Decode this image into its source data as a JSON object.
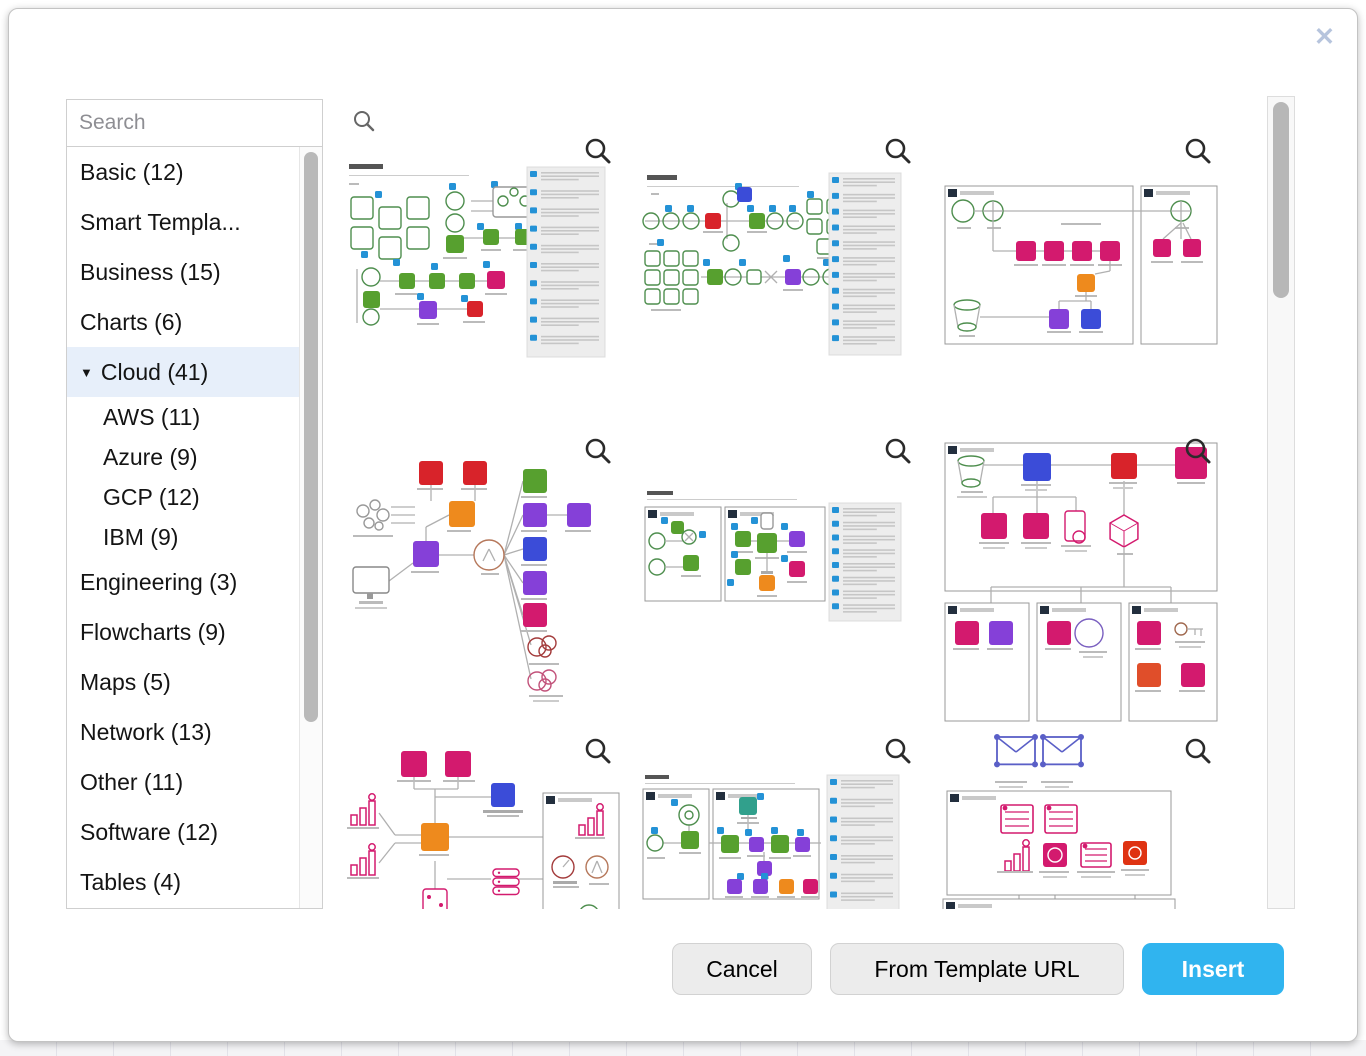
{
  "window": {
    "close_icon": "✕"
  },
  "sidebar": {
    "search_placeholder": "Search",
    "expand_arrow": "▼",
    "items": [
      {
        "label": "Basic (12)",
        "level": 0
      },
      {
        "label": "Smart Templa...",
        "level": 0
      },
      {
        "label": "Business (15)",
        "level": 0
      },
      {
        "label": "Charts (6)",
        "level": 0
      },
      {
        "label": "Cloud (41)",
        "level": 0,
        "selected": true,
        "expanded": true
      },
      {
        "label": "AWS (11)",
        "level": 1
      },
      {
        "label": "Azure (9)",
        "level": 1
      },
      {
        "label": "GCP (12)",
        "level": 1
      },
      {
        "label": "IBM (9)",
        "level": 1
      },
      {
        "label": "Engineering (3)",
        "level": 0
      },
      {
        "label": "Flowcharts (9)",
        "level": 0
      },
      {
        "label": "Maps (5)",
        "level": 0
      },
      {
        "label": "Network (13)",
        "level": 0
      },
      {
        "label": "Other (11)",
        "level": 0
      },
      {
        "label": "Software (12)",
        "level": 0
      },
      {
        "label": "Tables (4)",
        "level": 0
      }
    ]
  },
  "gallery": {
    "templates": [
      {
        "id": "t1"
      },
      {
        "id": "t2"
      },
      {
        "id": "t3"
      },
      {
        "id": "t4"
      },
      {
        "id": "t5"
      },
      {
        "id": "t6"
      },
      {
        "id": "t7"
      },
      {
        "id": "t8"
      },
      {
        "id": "t9"
      }
    ]
  },
  "footer": {
    "cancel_label": "Cancel",
    "from_template_url_label": "From Template URL",
    "insert_label": "Insert"
  },
  "colors": {
    "insert_button": "#30b4ef",
    "selected_item_bg": "#e7effa",
    "close_icon": "#b6c4dd",
    "note_badge": "#2492d6"
  }
}
